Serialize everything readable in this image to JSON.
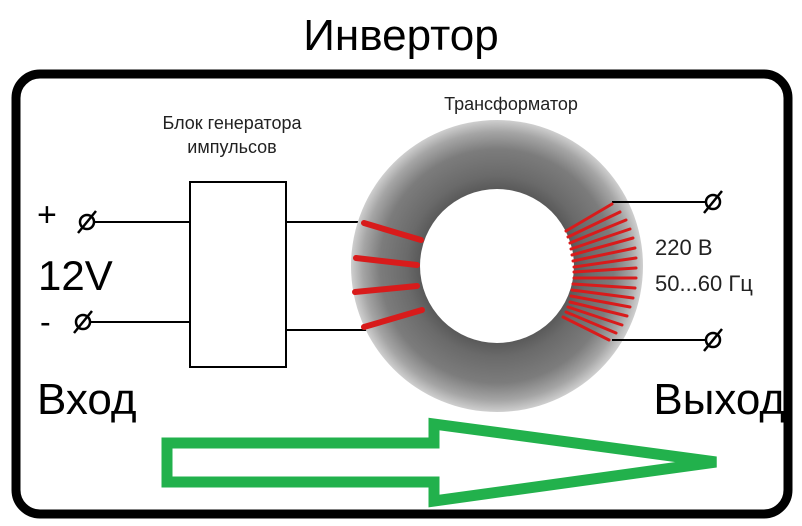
{
  "title": "Инвертор",
  "pulse_block_label_line1": "Блок генератора",
  "pulse_block_label_line2": "импульсов",
  "transformer_label": "Трансформатор",
  "input": {
    "plus": "+",
    "minus": "-",
    "voltage": "12V",
    "label": "Вход"
  },
  "output": {
    "voltage": "220 В",
    "frequency": "50...60 Гц",
    "label": "Выход"
  },
  "colors": {
    "frame": "#000000",
    "wire": "#000000",
    "coil": "#d81b1b",
    "core_outer": "#c4c4c4",
    "core_inner": "#666666",
    "arrow": "#22b14c"
  },
  "icons": {
    "terminal": "terminal-circle-slash-icon",
    "flow": "flow-arrow-icon"
  }
}
